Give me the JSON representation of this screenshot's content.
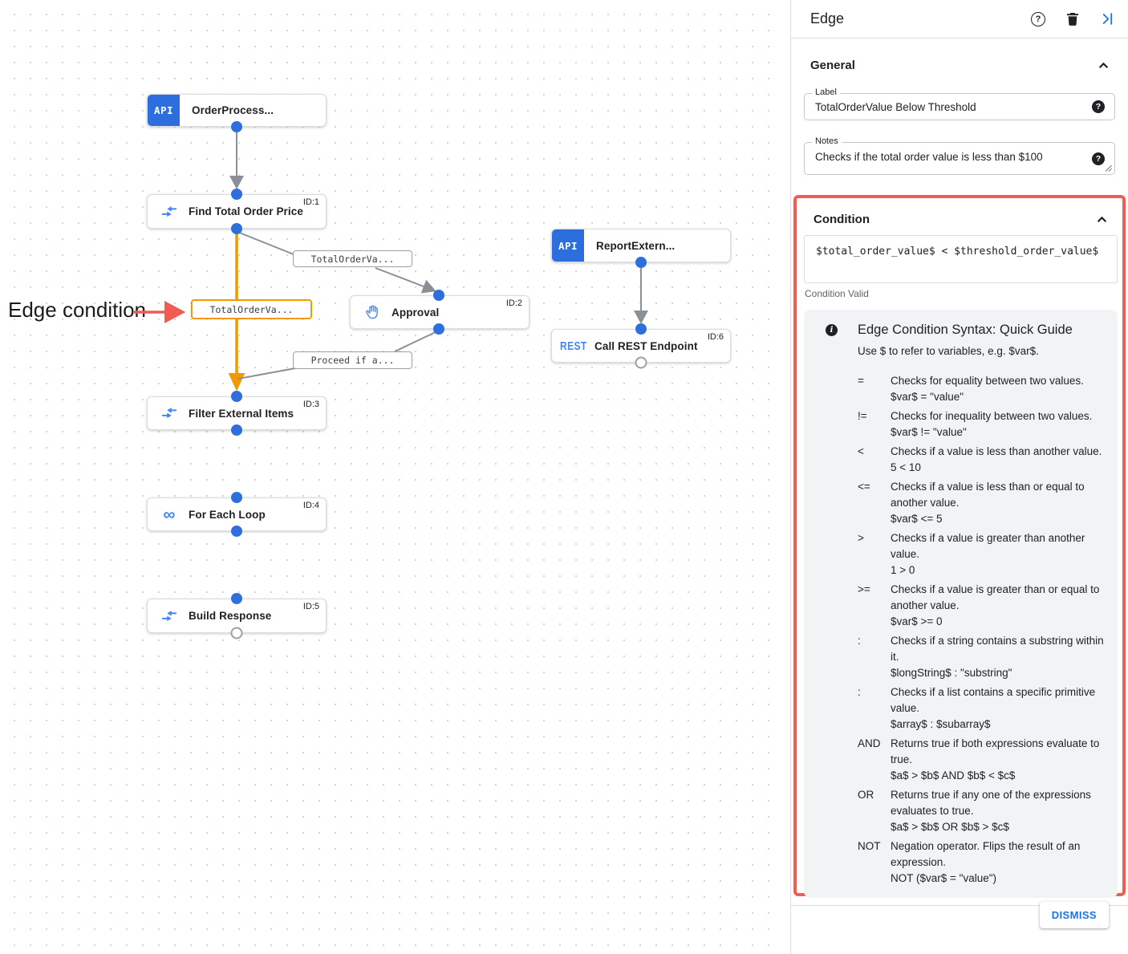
{
  "canvas": {
    "annotation": {
      "label": "Edge condition"
    },
    "nodes": [
      {
        "label": "OrderProcess...",
        "badge": "API",
        "id": ""
      },
      {
        "label": "Find Total Order Price",
        "id": "ID:1"
      },
      {
        "label": "Approval",
        "id": "ID:2"
      },
      {
        "label": "ReportExtern...",
        "badge": "API",
        "id": ""
      },
      {
        "label": "Call REST Endpoint",
        "badge": "REST",
        "id": "ID:6"
      },
      {
        "label": "Filter External Items",
        "id": "ID:3"
      },
      {
        "label": "For Each Loop",
        "id": "ID:4"
      },
      {
        "label": "Build Response",
        "id": "ID:5"
      }
    ],
    "edge_labels": [
      {
        "label": "TotalOrderVa...",
        "selected": false
      },
      {
        "label": "TotalOrderVa...",
        "selected": true
      },
      {
        "label": "Proceed if a...",
        "selected": false
      }
    ],
    "loop_icon_glyph": "∞"
  },
  "panel": {
    "title": "Edge",
    "general": {
      "heading": "General",
      "label_field": {
        "label": "Label",
        "value": "TotalOrderValue Below Threshold"
      },
      "notes_field": {
        "label": "Notes",
        "value": "Checks if the total order value is less than $100"
      }
    },
    "condition": {
      "heading": "Condition",
      "expression": "$total_order_value$ < $threshold_order_value$",
      "status": "Condition Valid",
      "guide": {
        "title": "Edge Condition Syntax: Quick Guide",
        "intro": "Use $ to refer to variables, e.g. $var$.",
        "rows": [
          {
            "op": "=",
            "desc": "Checks for equality between two values.",
            "example": "$var$ = \"value\""
          },
          {
            "op": "!=",
            "desc": "Checks for inequality between two values.",
            "example": "$var$ != \"value\""
          },
          {
            "op": "<",
            "desc": "Checks if a value is less than another value.",
            "example": "5 < 10"
          },
          {
            "op": "<=",
            "desc": "Checks if a value is less than or equal to another value.",
            "example": "$var$ <= 5"
          },
          {
            "op": ">",
            "desc": "Checks if a value is greater than another value.",
            "example": "1 > 0"
          },
          {
            "op": ">=",
            "desc": "Checks if a value is greater than or equal to another value.",
            "example": "$var$ >= 0"
          },
          {
            "op": ":",
            "desc": "Checks if a string contains a substring within it.",
            "example": "$longString$ : \"substring\""
          },
          {
            "op": ":",
            "desc": "Checks if a list contains a specific primitive value.",
            "example": "$array$ : $subarray$"
          },
          {
            "op": "AND",
            "desc": "Returns true if both expressions evaluate to true.",
            "example": "$a$ > $b$ AND $b$ < $c$"
          },
          {
            "op": "OR",
            "desc": "Returns true if any one of the expressions evaluates to true.",
            "example": "$a$ > $b$ OR $b$ > $c$"
          },
          {
            "op": "NOT",
            "desc": "Negation operator. Flips the result of an expression.",
            "example": "NOT ($var$ = \"value\")"
          }
        ]
      }
    },
    "dismiss_label": "DISMISS",
    "help_glyph": "?",
    "info_glyph": "i"
  },
  "colors": {
    "accent_blue": "#1a73e8",
    "node_badge_blue": "#2d6edf",
    "connector_dot_blue": "#2d6fdd",
    "edge_orange": "#f29900",
    "highlight_red": "#f15b50",
    "edge_gray": "#8a9095"
  }
}
